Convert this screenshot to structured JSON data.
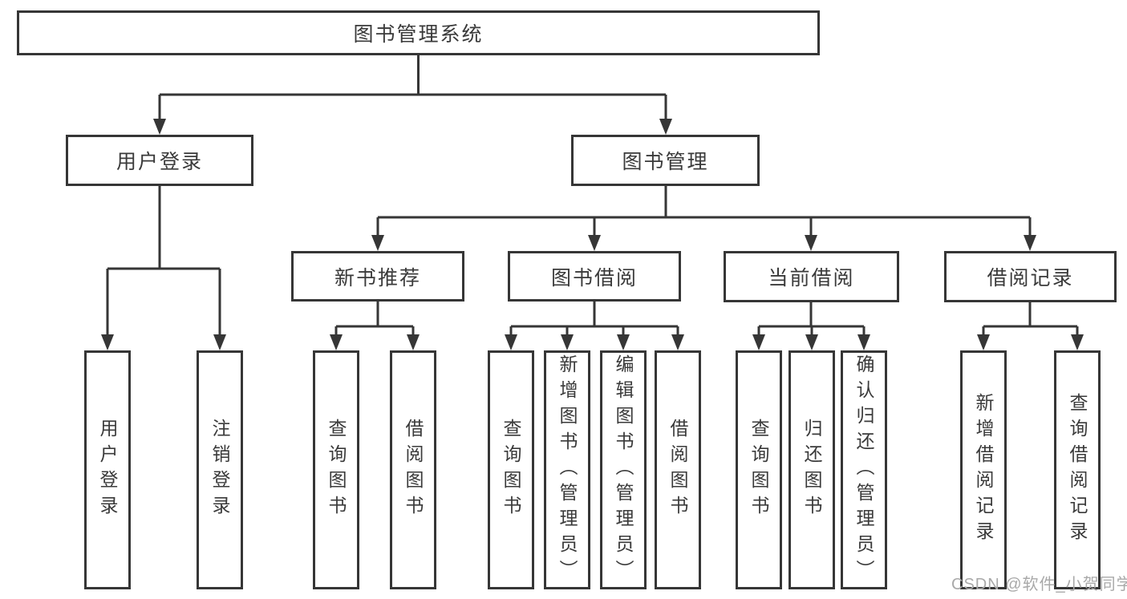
{
  "title": "图书管理系统",
  "watermark": "CSDN @软件_小贺同学",
  "colors": {
    "line": "#363636",
    "text": "#3a3a3a",
    "watermark": "#a9a9a9",
    "background": "#ffffff"
  },
  "tree": {
    "label": "图书管理系统",
    "children": [
      {
        "label": "用户登录",
        "children": [
          {
            "label": "用户登录"
          },
          {
            "label": "注销登录"
          }
        ]
      },
      {
        "label": "图书管理",
        "children": [
          {
            "label": "新书推荐",
            "children": [
              {
                "label": "查询图书"
              },
              {
                "label": "借阅图书"
              }
            ]
          },
          {
            "label": "图书借阅",
            "children": [
              {
                "label": "查询图书"
              },
              {
                "label": "新增图书（管理员）"
              },
              {
                "label": "编辑图书（管理员）"
              },
              {
                "label": "借阅图书"
              }
            ]
          },
          {
            "label": "当前借阅",
            "children": [
              {
                "label": "查询图书"
              },
              {
                "label": "归还图书"
              },
              {
                "label": "确认归还（管理员）"
              }
            ]
          },
          {
            "label": "借阅记录",
            "children": [
              {
                "label": "新增借阅记录"
              },
              {
                "label": "查询借阅记录"
              }
            ]
          }
        ]
      }
    ]
  }
}
